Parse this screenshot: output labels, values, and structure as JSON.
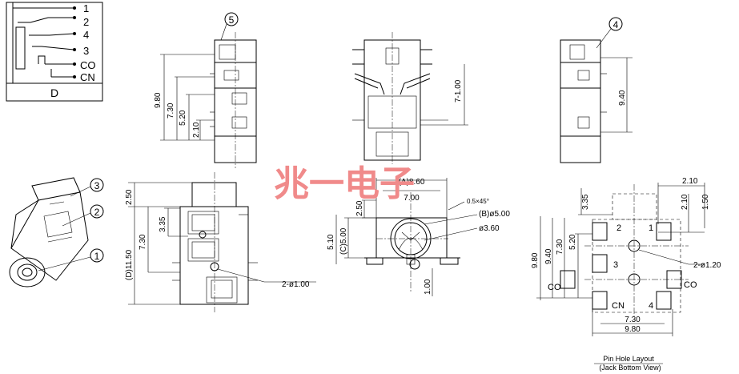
{
  "schematic": {
    "pins": [
      "1",
      "2",
      "4",
      "3",
      "CO",
      "CN"
    ],
    "model": "D"
  },
  "views": {
    "side_left": {
      "callout": "5",
      "dims": [
        "9.80",
        "7.30",
        "5.20",
        "2.10"
      ]
    },
    "front": {
      "dims": [
        "7-1.00"
      ]
    },
    "side_right": {
      "callout": "4",
      "dims": [
        "9.40"
      ]
    },
    "iso": {
      "callouts": [
        "3",
        "2",
        "1"
      ]
    },
    "top": {
      "dims": [
        "2.50",
        "3.35",
        "7.30",
        "(D)11.50"
      ],
      "hole_note": "2-ø1.00"
    },
    "section": {
      "dims": [
        "(A)8.60",
        "7.00",
        "2.50",
        "0.5×45°",
        "(B)ø5.00",
        "ø3.60",
        "(C)5.00",
        "5.10",
        "1.00"
      ]
    },
    "pcb": {
      "dims": [
        "3.35",
        "2.10",
        "2.10",
        "1.50",
        "5.20",
        "7.30",
        "9.40",
        "9.80",
        "7.30",
        "9.80"
      ],
      "pads": [
        "2",
        "1",
        "3",
        "CO",
        "CO",
        "CN",
        "4"
      ],
      "hole_note": "2-ø1.20",
      "caption_line1": "Pin Hole Layout",
      "caption_line2": "(Jack Bottom View)"
    }
  },
  "watermark": "兆一电子"
}
